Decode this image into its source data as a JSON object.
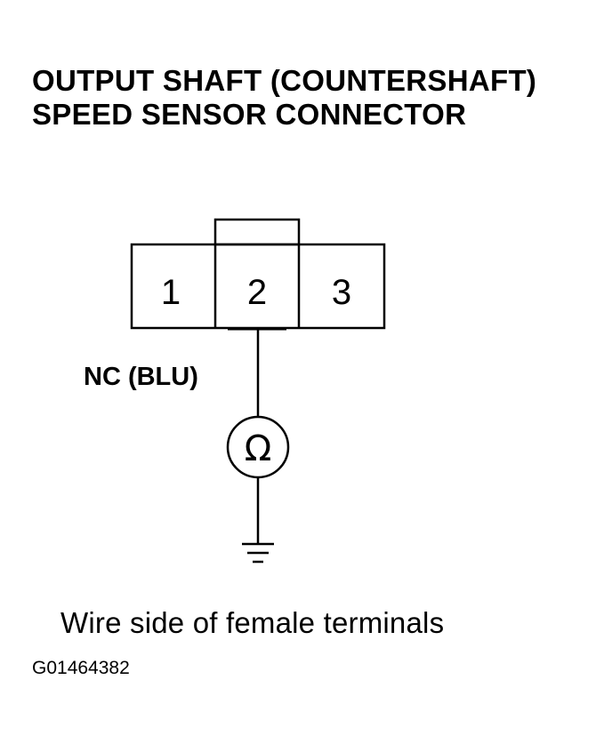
{
  "title": {
    "line1": "OUTPUT SHAFT (COUNTERSHAFT)",
    "line2": "SPEED SENSOR CONNECTOR"
  },
  "connector": {
    "pins": [
      "1",
      "2",
      "3"
    ],
    "wire_label": "NC (BLU)",
    "meter_symbol": "Ω",
    "meter_icon": "ohmmeter-icon",
    "ground_icon": "ground-icon"
  },
  "caption": "Wire side of female terminals",
  "figure_id": "G01464382",
  "colors": {
    "line": "#000000",
    "background": "#ffffff"
  }
}
